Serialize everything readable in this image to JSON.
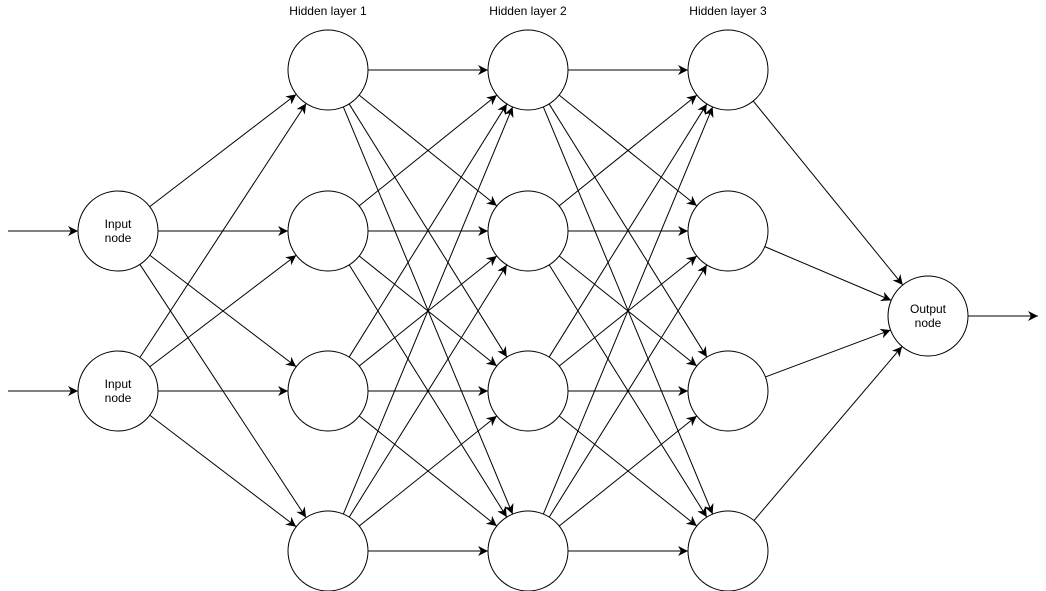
{
  "layers": [
    {
      "id": "input",
      "title": "",
      "nodes": [
        "Input node",
        "Input node"
      ]
    },
    {
      "id": "hidden1",
      "title": "Hidden layer 1",
      "nodes": [
        "",
        "",
        "",
        ""
      ]
    },
    {
      "id": "hidden2",
      "title": "Hidden layer 2",
      "nodes": [
        "",
        "",
        "",
        ""
      ]
    },
    {
      "id": "hidden3",
      "title": "Hidden layer 3",
      "nodes": [
        "",
        "",
        "",
        ""
      ]
    },
    {
      "id": "output",
      "title": "",
      "nodes": [
        "Output node"
      ]
    }
  ],
  "connectivity": "fully-connected",
  "external_arrows": {
    "into_inputs": true,
    "out_of_output": true
  },
  "colors": {
    "stroke": "#000000",
    "fill": "#ffffff",
    "text": "#000000"
  }
}
